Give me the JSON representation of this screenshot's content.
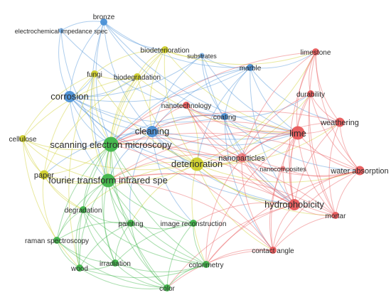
{
  "colors": {
    "red": "#e8585a",
    "green": "#3fb549",
    "blue": "#4a90d6",
    "yellow": "#cfcf2a",
    "faded_label": "#b8b8b8"
  },
  "nodes": [
    {
      "id": "bronze",
      "label": "bronze",
      "cluster": "blue",
      "weight": 2
    },
    {
      "id": "electrochemical-impedance-spec",
      "label": "electrochemical impedance spec",
      "cluster": "blue",
      "weight": 1,
      "faded": true
    },
    {
      "id": "corrosion",
      "label": "corrosion",
      "cluster": "blue",
      "weight": 4
    },
    {
      "id": "substrates",
      "label": "substrates",
      "cluster": "blue",
      "weight": 1,
      "faded": true
    },
    {
      "id": "marble",
      "label": "marble",
      "cluster": "blue",
      "weight": 2
    },
    {
      "id": "coating",
      "label": "coating",
      "cluster": "blue",
      "weight": 2
    },
    {
      "id": "cleaning",
      "label": "cleaning",
      "cluster": "blue",
      "weight": 4
    },
    {
      "id": "biodeterioration",
      "label": "biodeterioration",
      "cluster": "yellow",
      "weight": 2
    },
    {
      "id": "fungi",
      "label": "fungi",
      "cluster": "yellow",
      "weight": 2
    },
    {
      "id": "biodegradation",
      "label": "biodegradation",
      "cluster": "yellow",
      "weight": 2
    },
    {
      "id": "cellulose",
      "label": "cellulose",
      "cluster": "yellow",
      "weight": 2
    },
    {
      "id": "paper",
      "label": "paper",
      "cluster": "yellow",
      "weight": 3
    },
    {
      "id": "deterioration",
      "label": "deterioration",
      "cluster": "yellow",
      "weight": 5
    },
    {
      "id": "limestone",
      "label": "limestone",
      "cluster": "red",
      "weight": 2
    },
    {
      "id": "durability",
      "label": "durability",
      "cluster": "red",
      "weight": 2
    },
    {
      "id": "nanotechnology",
      "label": "nanotechnology",
      "cluster": "red",
      "weight": 2
    },
    {
      "id": "lime",
      "label": "lime",
      "cluster": "red",
      "weight": 5
    },
    {
      "id": "weathering",
      "label": "weathering",
      "cluster": "red",
      "weight": 3
    },
    {
      "id": "nanoparticles",
      "label": "nanoparticles",
      "cluster": "red",
      "weight": 3,
      "faded": true
    },
    {
      "id": "nanocomposites",
      "label": "nanocomposites",
      "cluster": "red",
      "weight": 1,
      "faded": true
    },
    {
      "id": "water-absorption",
      "label": "water absorption",
      "cluster": "red",
      "weight": 3
    },
    {
      "id": "hydrophobicity",
      "label": "hydrophobicity",
      "cluster": "red",
      "weight": 4
    },
    {
      "id": "mortar",
      "label": "mortar",
      "cluster": "red",
      "weight": 2
    },
    {
      "id": "contact-angle",
      "label": "contact angle",
      "cluster": "red",
      "weight": 2
    },
    {
      "id": "scanning-electron-microscopy",
      "label": "scanning electron microscopy",
      "cluster": "green",
      "weight": 6
    },
    {
      "id": "fourier-transform-infrared-spe",
      "label": "fourier transform infrared spe",
      "cluster": "green",
      "weight": 5
    },
    {
      "id": "degradation",
      "label": "degradation",
      "cluster": "green",
      "weight": 2
    },
    {
      "id": "painting",
      "label": "painting",
      "cluster": "green",
      "weight": 2
    },
    {
      "id": "image-reconstruction",
      "label": "image reconstruction",
      "cluster": "green",
      "weight": 2
    },
    {
      "id": "raman-spectroscopy",
      "label": "raman spectroscopy",
      "cluster": "green",
      "weight": 2
    },
    {
      "id": "wood",
      "label": "wood",
      "cluster": "green",
      "weight": 2
    },
    {
      "id": "irradiation",
      "label": "irradiation",
      "cluster": "green",
      "weight": 2
    },
    {
      "id": "colorimetry",
      "label": "colorimetry",
      "cluster": "green",
      "weight": 2
    },
    {
      "id": "color",
      "label": "color",
      "cluster": "green",
      "weight": 2
    }
  ],
  "links": [
    [
      "bronze",
      "corrosion"
    ],
    [
      "bronze",
      "electrochemical-impedance-spec"
    ],
    [
      "bronze",
      "marble"
    ],
    [
      "bronze",
      "coating"
    ],
    [
      "bronze",
      "cleaning"
    ],
    [
      "bronze",
      "lime"
    ],
    [
      "bronze",
      "biodeterioration"
    ],
    [
      "bronze",
      "scanning-electron-microscopy"
    ],
    [
      "bronze",
      "fourier-transform-infrared-spe"
    ],
    [
      "electrochemical-impedance-spec",
      "corrosion"
    ],
    [
      "electrochemical-impedance-spec",
      "coating"
    ],
    [
      "electrochemical-impedance-spec",
      "scanning-electron-microscopy"
    ],
    [
      "corrosion",
      "coating"
    ],
    [
      "corrosion",
      "cleaning"
    ],
    [
      "corrosion",
      "scanning-electron-microscopy"
    ],
    [
      "corrosion",
      "fourier-transform-infrared-spe"
    ],
    [
      "corrosion",
      "deterioration"
    ],
    [
      "corrosion",
      "marble"
    ],
    [
      "corrosion",
      "fungi"
    ],
    [
      "corrosion",
      "biodegradation"
    ],
    [
      "corrosion",
      "lime"
    ],
    [
      "corrosion",
      "hydrophobicity"
    ],
    [
      "corrosion",
      "substrates"
    ],
    [
      "substrates",
      "marble"
    ],
    [
      "substrates",
      "coating"
    ],
    [
      "substrates",
      "cleaning"
    ],
    [
      "substrates",
      "lime"
    ],
    [
      "substrates",
      "hydrophobicity"
    ],
    [
      "marble",
      "coating"
    ],
    [
      "marble",
      "lime"
    ],
    [
      "marble",
      "cleaning"
    ],
    [
      "marble",
      "limestone"
    ],
    [
      "marble",
      "deterioration"
    ],
    [
      "marble",
      "hydrophobicity"
    ],
    [
      "marble",
      "weathering"
    ],
    [
      "marble",
      "scanning-electron-microscopy"
    ],
    [
      "coating",
      "lime"
    ],
    [
      "coating",
      "hydrophobicity"
    ],
    [
      "coating",
      "nanoparticles"
    ],
    [
      "coating",
      "contact-angle"
    ],
    [
      "coating",
      "cleaning"
    ],
    [
      "coating",
      "scanning-electron-microscopy"
    ],
    [
      "coating",
      "water-absorption"
    ],
    [
      "coating",
      "durability"
    ],
    [
      "cleaning",
      "scanning-electron-microscopy"
    ],
    [
      "cleaning",
      "fourier-transform-infrared-spe"
    ],
    [
      "cleaning",
      "deterioration"
    ],
    [
      "cleaning",
      "lime"
    ],
    [
      "cleaning",
      "nanoparticles"
    ],
    [
      "cleaning",
      "hydrophobicity"
    ],
    [
      "cleaning",
      "painting"
    ],
    [
      "cleaning",
      "image-reconstruction"
    ],
    [
      "cleaning",
      "paper"
    ],
    [
      "biodeterioration",
      "fungi"
    ],
    [
      "biodeterioration",
      "biodegradation"
    ],
    [
      "biodeterioration",
      "scanning-electron-microscopy"
    ],
    [
      "biodeterioration",
      "fourier-transform-infrared-spe"
    ],
    [
      "biodeterioration",
      "deterioration"
    ],
    [
      "biodeterioration",
      "lime"
    ],
    [
      "biodeterioration",
      "limestone"
    ],
    [
      "biodeterioration",
      "cleaning"
    ],
    [
      "biodeterioration",
      "substrates"
    ],
    [
      "fungi",
      "biodegradation"
    ],
    [
      "fungi",
      "scanning-electron-microscopy"
    ],
    [
      "fungi",
      "fourier-transform-infrared-spe"
    ],
    [
      "fungi",
      "paper"
    ],
    [
      "fungi",
      "cellulose"
    ],
    [
      "fungi",
      "deterioration"
    ],
    [
      "fungi",
      "wood"
    ],
    [
      "biodegradation",
      "scanning-electron-microscopy"
    ],
    [
      "biodegradation",
      "fourier-transform-infrared-spe"
    ],
    [
      "biodegradation",
      "deterioration"
    ],
    [
      "biodegradation",
      "lime"
    ],
    [
      "biodegradation",
      "paper"
    ],
    [
      "biodegradation",
      "cellulose"
    ],
    [
      "cellulose",
      "paper"
    ],
    [
      "cellulose",
      "scanning-electron-microscopy"
    ],
    [
      "cellulose",
      "fourier-transform-infrared-spe"
    ],
    [
      "cellulose",
      "degradation"
    ],
    [
      "cellulose",
      "deterioration"
    ],
    [
      "cellulose",
      "wood"
    ],
    [
      "paper",
      "scanning-electron-microscopy"
    ],
    [
      "paper",
      "fourier-transform-infrared-spe"
    ],
    [
      "paper",
      "degradation"
    ],
    [
      "paper",
      "deterioration"
    ],
    [
      "paper",
      "raman-spectroscopy"
    ],
    [
      "deterioration",
      "scanning-electron-microscopy"
    ],
    [
      "deterioration",
      "fourier-transform-infrared-spe"
    ],
    [
      "deterioration",
      "lime"
    ],
    [
      "deterioration",
      "nanoparticles"
    ],
    [
      "deterioration",
      "hydrophobicity"
    ],
    [
      "deterioration",
      "weathering"
    ],
    [
      "deterioration",
      "water-absorption"
    ],
    [
      "deterioration",
      "durability"
    ],
    [
      "deterioration",
      "limestone"
    ],
    [
      "deterioration",
      "mortar"
    ],
    [
      "deterioration",
      "painting"
    ],
    [
      "deterioration",
      "colorimetry"
    ],
    [
      "deterioration",
      "contact-angle"
    ],
    [
      "deterioration",
      "degradation"
    ],
    [
      "deterioration",
      "nanotechnology"
    ],
    [
      "limestone",
      "lime"
    ],
    [
      "limestone",
      "durability"
    ],
    [
      "limestone",
      "weathering"
    ],
    [
      "limestone",
      "hydrophobicity"
    ],
    [
      "limestone",
      "water-absorption"
    ],
    [
      "limestone",
      "mortar"
    ],
    [
      "limestone",
      "nanoparticles"
    ],
    [
      "limestone",
      "scanning-electron-microscopy"
    ],
    [
      "durability",
      "lime"
    ],
    [
      "durability",
      "weathering"
    ],
    [
      "durability",
      "hydrophobicity"
    ],
    [
      "durability",
      "water-absorption"
    ],
    [
      "durability",
      "mortar"
    ],
    [
      "durability",
      "nanoparticles"
    ],
    [
      "nanotechnology",
      "lime"
    ],
    [
      "nanotechnology",
      "nanoparticles"
    ],
    [
      "nanotechnology",
      "nanocomposites"
    ],
    [
      "nanotechnology",
      "hydrophobicity"
    ],
    [
      "nanotechnology",
      "scanning-electron-microscopy"
    ],
    [
      "nanotechnology",
      "cleaning"
    ],
    [
      "nanotechnology",
      "coating"
    ],
    [
      "lime",
      "weathering"
    ],
    [
      "lime",
      "nanoparticles"
    ],
    [
      "lime",
      "nanocomposites"
    ],
    [
      "lime",
      "water-absorption"
    ],
    [
      "lime",
      "hydrophobicity"
    ],
    [
      "lime",
      "mortar"
    ],
    [
      "lime",
      "contact-angle"
    ],
    [
      "lime",
      "scanning-electron-microscopy"
    ],
    [
      "lime",
      "fourier-transform-infrared-spe"
    ],
    [
      "lime",
      "colorimetry"
    ],
    [
      "weathering",
      "water-absorption"
    ],
    [
      "weathering",
      "hydrophobicity"
    ],
    [
      "weathering",
      "mortar"
    ],
    [
      "weathering",
      "nanoparticles"
    ],
    [
      "weathering",
      "scanning-electron-microscopy"
    ],
    [
      "nanoparticles",
      "nanocomposites"
    ],
    [
      "nanoparticles",
      "hydrophobicity"
    ],
    [
      "nanoparticles",
      "water-absorption"
    ],
    [
      "nanoparticles",
      "contact-angle"
    ],
    [
      "nanoparticles",
      "scanning-electron-microscopy"
    ],
    [
      "nanoparticles",
      "fourier-transform-infrared-spe"
    ],
    [
      "nanoparticles",
      "mortar"
    ],
    [
      "nanoparticles",
      "colorimetry"
    ],
    [
      "nanocomposites",
      "hydrophobicity"
    ],
    [
      "nanocomposites",
      "contact-angle"
    ],
    [
      "nanocomposites",
      "water-absorption"
    ],
    [
      "water-absorption",
      "hydrophobicity"
    ],
    [
      "water-absorption",
      "mortar"
    ],
    [
      "water-absorption",
      "contact-angle"
    ],
    [
      "water-absorption",
      "scanning-electron-microscopy"
    ],
    [
      "water-absorption",
      "colorimetry"
    ],
    [
      "hydrophobicity",
      "mortar"
    ],
    [
      "hydrophobicity",
      "contact-angle"
    ],
    [
      "hydrophobicity",
      "scanning-electron-microscopy"
    ],
    [
      "hydrophobicity",
      "fourier-transform-infrared-spe"
    ],
    [
      "hydrophobicity",
      "colorimetry"
    ],
    [
      "hydrophobicity",
      "color"
    ],
    [
      "hydrophobicity",
      "image-reconstruction"
    ],
    [
      "mortar",
      "contact-angle"
    ],
    [
      "mortar",
      "scanning-electron-microscopy"
    ],
    [
      "mortar",
      "fourier-transform-infrared-spe"
    ],
    [
      "contact-angle",
      "scanning-electron-microscopy"
    ],
    [
      "contact-angle",
      "colorimetry"
    ],
    [
      "contact-angle",
      "color"
    ],
    [
      "contact-angle",
      "fourier-transform-infrared-spe"
    ],
    [
      "scanning-electron-microscopy",
      "fourier-transform-infrared-spe"
    ],
    [
      "scanning-electron-microscopy",
      "degradation"
    ],
    [
      "scanning-electron-microscopy",
      "painting"
    ],
    [
      "scanning-electron-microscopy",
      "image-reconstruction"
    ],
    [
      "scanning-electron-microscopy",
      "raman-spectroscopy"
    ],
    [
      "scanning-electron-microscopy",
      "wood"
    ],
    [
      "scanning-electron-microscopy",
      "irradiation"
    ],
    [
      "scanning-electron-microscopy",
      "colorimetry"
    ],
    [
      "scanning-electron-microscopy",
      "color"
    ],
    [
      "fourier-transform-infrared-spe",
      "degradation"
    ],
    [
      "fourier-transform-infrared-spe",
      "painting"
    ],
    [
      "fourier-transform-infrared-spe",
      "image-reconstruction"
    ],
    [
      "fourier-transform-infrared-spe",
      "raman-spectroscopy"
    ],
    [
      "fourier-transform-infrared-spe",
      "wood"
    ],
    [
      "fourier-transform-infrared-spe",
      "irradiation"
    ],
    [
      "fourier-transform-infrared-spe",
      "colorimetry"
    ],
    [
      "fourier-transform-infrared-spe",
      "color"
    ],
    [
      "degradation",
      "painting"
    ],
    [
      "degradation",
      "raman-spectroscopy"
    ],
    [
      "degradation",
      "wood"
    ],
    [
      "degradation",
      "irradiation"
    ],
    [
      "degradation",
      "colorimetry"
    ],
    [
      "degradation",
      "color"
    ],
    [
      "painting",
      "image-reconstruction"
    ],
    [
      "painting",
      "raman-spectroscopy"
    ],
    [
      "painting",
      "irradiation"
    ],
    [
      "painting",
      "colorimetry"
    ],
    [
      "painting",
      "color"
    ],
    [
      "painting",
      "wood"
    ],
    [
      "image-reconstruction",
      "colorimetry"
    ],
    [
      "image-reconstruction",
      "color"
    ],
    [
      "image-reconstruction",
      "irradiation"
    ],
    [
      "raman-spectroscopy",
      "wood"
    ],
    [
      "raman-spectroscopy",
      "irradiation"
    ],
    [
      "raman-spectroscopy",
      "color"
    ],
    [
      "wood",
      "irradiation"
    ],
    [
      "wood",
      "colorimetry"
    ],
    [
      "wood",
      "color"
    ],
    [
      "irradiation",
      "colorimetry"
    ],
    [
      "irradiation",
      "color"
    ],
    [
      "colorimetry",
      "color"
    ]
  ]
}
